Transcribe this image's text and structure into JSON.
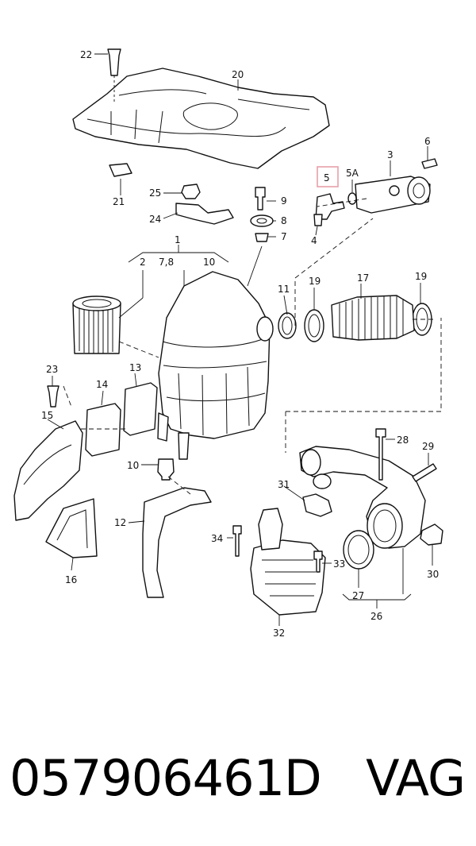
{
  "diagram": {
    "callouts": {
      "p1": "1",
      "p2": "2",
      "p3": "3",
      "p4": "4",
      "p5": "5",
      "p5a": "5A",
      "p6": "6",
      "p7": "7",
      "p78": "7,8",
      "p8": "8",
      "p9": "9",
      "p10": "10",
      "p10b": "10",
      "p11": "11",
      "p12": "12",
      "p13": "13",
      "p14": "14",
      "p15": "15",
      "p16": "16",
      "p17": "17",
      "p19a": "19",
      "p19b": "19",
      "p20": "20",
      "p21": "21",
      "p22": "22",
      "p23": "23",
      "p24": "24",
      "p25": "25",
      "p26": "26",
      "p27": "27",
      "p28": "28",
      "p29": "29",
      "p30": "30",
      "p31": "31",
      "p32": "32",
      "p33": "33",
      "p34": "34"
    },
    "highlight_color": "#e8a0a8"
  },
  "footer": {
    "part_number": "057906461D",
    "brand": "VAG"
  }
}
